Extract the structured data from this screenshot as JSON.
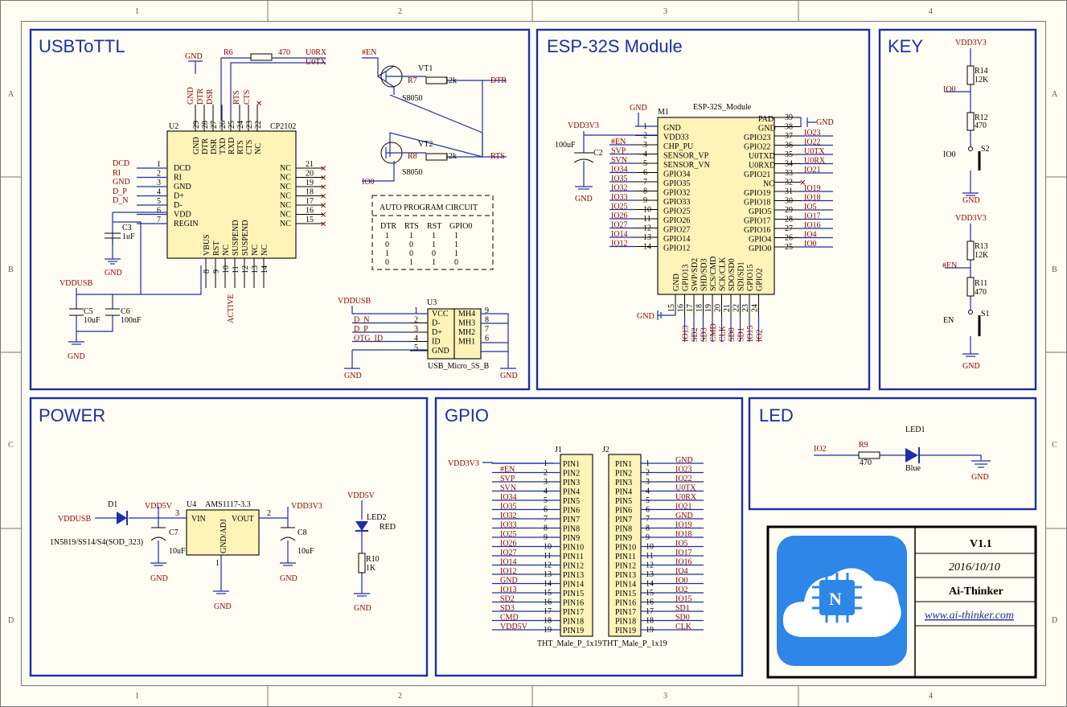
{
  "border": {
    "columns": [
      "1",
      "2",
      "3",
      "4"
    ],
    "rows": [
      "A",
      "B",
      "C",
      "D"
    ]
  },
  "sections": {
    "usb": "USBToTTL",
    "esp": "ESP-32S Module",
    "key": "KEY",
    "power": "POWER",
    "gpio": "GPIO",
    "led": "LED"
  },
  "usb_section": {
    "u2": {
      "ref": "U2",
      "part": "CP2102",
      "top_pins": [
        {
          "num": "29",
          "name": "GND"
        },
        {
          "num": "28",
          "name": "DTR"
        },
        {
          "num": "27",
          "name": "DSR"
        },
        {
          "num": "26",
          "name": "TXD"
        },
        {
          "num": "25",
          "name": "RXD"
        },
        {
          "num": "24",
          "name": "RTS"
        },
        {
          "num": "23",
          "name": "CTS"
        },
        {
          "num": "22",
          "name": "NC"
        }
      ],
      "left_pins": [
        {
          "num": "1",
          "name": "DCD",
          "net": "DCD"
        },
        {
          "num": "2",
          "name": "RI",
          "net": "RI"
        },
        {
          "num": "3",
          "name": "GND",
          "net": "GND"
        },
        {
          "num": "4",
          "name": "D+",
          "net": "D_P"
        },
        {
          "num": "5",
          "name": "D-",
          "net": "D_N"
        },
        {
          "num": "6",
          "name": "VDD",
          "net": ""
        },
        {
          "num": "7",
          "name": "REGIN",
          "net": ""
        }
      ],
      "right_pins": [
        {
          "num": "21",
          "name": "NC"
        },
        {
          "num": "20",
          "name": "NC"
        },
        {
          "num": "19",
          "name": "NC"
        },
        {
          "num": "18",
          "name": "NC"
        },
        {
          "num": "17",
          "name": "NC"
        },
        {
          "num": "16",
          "name": "NC"
        },
        {
          "num": "15",
          "name": "NC"
        }
      ],
      "bottom_pins": [
        {
          "num": "8",
          "name": "VBUS"
        },
        {
          "num": "9",
          "name": "RST"
        },
        {
          "num": "10",
          "name": "NC"
        },
        {
          "num": "11",
          "name": "SUSPEND"
        },
        {
          "num": "12",
          "name": "SUSPEND"
        },
        {
          "num": "13",
          "name": "NC"
        },
        {
          "num": "14",
          "name": "NC"
        }
      ],
      "top_nets": [
        "GND",
        "DTR",
        "DSR",
        "RTS",
        "CTS"
      ],
      "active": "ACTIVE"
    },
    "gnd": "GND",
    "r6": {
      "ref": "R6",
      "value": "470"
    },
    "u0rx": "U0RX",
    "u0tx": "U0TX",
    "c3": {
      "ref": "C3",
      "value": "1uF"
    },
    "vddusb": "VDDUSB",
    "c5": {
      "ref": "C5",
      "value": "10uF"
    },
    "c6": {
      "ref": "C6",
      "value": "100nF"
    },
    "en": "#EN",
    "io0": "IO0",
    "vt1": {
      "ref": "VT1",
      "part": "S8050"
    },
    "vt2": {
      "ref": "VT2",
      "part": "S8050"
    },
    "r7": {
      "ref": "R7",
      "value": "12k"
    },
    "r8": {
      "ref": "R8",
      "value": "12k"
    },
    "dtr": "DTR",
    "rts": "RTS",
    "auto_table": {
      "title": "AUTO PROGRAM CIRCUIT",
      "headers": [
        "DTR",
        "RTS",
        "RST",
        "GPIO0"
      ],
      "rows": [
        [
          "1",
          "1",
          "1",
          "1"
        ],
        [
          "0",
          "0",
          "1",
          "1"
        ],
        [
          "1",
          "0",
          "0",
          "1"
        ],
        [
          "0",
          "1",
          "1",
          "0"
        ]
      ]
    },
    "u3": {
      "ref": "U3",
      "part": "USB_Micro_5S_B",
      "left": [
        {
          "num": "1",
          "name": "VCC",
          "net": ""
        },
        {
          "num": "2",
          "name": "D-",
          "net": "D_N"
        },
        {
          "num": "3",
          "name": "D+",
          "net": "D_P"
        },
        {
          "num": "4",
          "name": "ID",
          "net": "OTG_ID"
        },
        {
          "num": "5",
          "name": "GND",
          "net": ""
        }
      ],
      "right": [
        {
          "num": "9",
          "name": "MH4"
        },
        {
          "num": "8",
          "name": "MH3"
        },
        {
          "num": "7",
          "name": "MH2"
        },
        {
          "num": "6",
          "name": "MH1"
        }
      ]
    }
  },
  "esp_section": {
    "m1": {
      "ref": "M1",
      "part": "ESP-32S_Module"
    },
    "vdd3v3": "VDD3V3",
    "gnd": "GND",
    "c2": {
      "ref": "C2",
      "value": "100uF"
    },
    "left_pins": [
      {
        "num": "1",
        "name": "GND",
        "net": ""
      },
      {
        "num": "2",
        "name": "VDD33",
        "net": ""
      },
      {
        "num": "3",
        "name": "CHP_PU",
        "net": "#EN"
      },
      {
        "num": "4",
        "name": "SENSOR_VP",
        "net": "SVP"
      },
      {
        "num": "5",
        "name": "SENSOR_VN",
        "net": "SVN"
      },
      {
        "num": "6",
        "name": "GPIO34",
        "net": "IO34"
      },
      {
        "num": "7",
        "name": "GPIO35",
        "net": "IO35"
      },
      {
        "num": "8",
        "name": "GPIO32",
        "net": "IO32"
      },
      {
        "num": "9",
        "name": "GPIO33",
        "net": "IO33"
      },
      {
        "num": "10",
        "name": "GPIO25",
        "net": "IO25"
      },
      {
        "num": "11",
        "name": "GPIO26",
        "net": "IO26"
      },
      {
        "num": "12",
        "name": "GPIO27",
        "net": "IO27"
      },
      {
        "num": "13",
        "name": "GPIO14",
        "net": "IO14"
      },
      {
        "num": "14",
        "name": "GPIO12",
        "net": "IO12"
      }
    ],
    "right_pins": [
      {
        "num": "39",
        "name": "PAD",
        "net": ""
      },
      {
        "num": "38",
        "name": "GND",
        "net": ""
      },
      {
        "num": "37",
        "name": "GPIO23",
        "net": "IO23"
      },
      {
        "num": "36",
        "name": "GPIO22",
        "net": "IO22"
      },
      {
        "num": "35",
        "name": "U0TXD",
        "net": "U0TX"
      },
      {
        "num": "34",
        "name": "U0RXD",
        "net": "U0RX"
      },
      {
        "num": "33",
        "name": "GPIO21",
        "net": "IO21"
      },
      {
        "num": "32",
        "name": "NC",
        "net": ""
      },
      {
        "num": "31",
        "name": "GPIO19",
        "net": "IO19"
      },
      {
        "num": "30",
        "name": "GPIO18",
        "net": "IO18"
      },
      {
        "num": "29",
        "name": "GPIO5",
        "net": "IO5"
      },
      {
        "num": "28",
        "name": "GPIO17",
        "net": "IO17"
      },
      {
        "num": "27",
        "name": "GPIO16",
        "net": "IO16"
      },
      {
        "num": "26",
        "name": "GPIO4",
        "net": "IO4"
      },
      {
        "num": "25",
        "name": "GPIO0",
        "net": "IO0"
      }
    ],
    "bottom_pins": [
      {
        "num": "15",
        "name": "GND",
        "net": ""
      },
      {
        "num": "16",
        "name": "GPIO13",
        "net": "IO13"
      },
      {
        "num": "17",
        "name": "SWP/SD2",
        "net": "SD2"
      },
      {
        "num": "18",
        "name": "SHD/SD3",
        "net": "SD3"
      },
      {
        "num": "19",
        "name": "SCS/CMD",
        "net": "CMD"
      },
      {
        "num": "20",
        "name": "SCK/CLK",
        "net": "CLK"
      },
      {
        "num": "21",
        "name": "SDO/SD0",
        "net": "SD0"
      },
      {
        "num": "22",
        "name": "SDI/SD1",
        "net": "SD1"
      },
      {
        "num": "23",
        "name": "GPIO15",
        "net": "IO15"
      },
      {
        "num": "24",
        "name": "GPIO2",
        "net": "IO2"
      }
    ]
  },
  "key_section": {
    "vdd3v3": "VDD3V3",
    "r14": {
      "ref": "R14",
      "value": "12K"
    },
    "io0": "IO0",
    "r12": {
      "ref": "R12",
      "value": "470"
    },
    "s2": {
      "ref": "S2",
      "label": "IO0"
    },
    "gnd": "GND",
    "r13": {
      "ref": "R13",
      "value": "12K"
    },
    "en": "#EN",
    "r11": {
      "ref": "R11",
      "value": "470"
    },
    "s1": {
      "ref": "S1",
      "label": "EN"
    }
  },
  "power_section": {
    "d1": {
      "ref": "D1",
      "part": "1N5819/SS14/S4(SOD_323)"
    },
    "vddusb": "VDDUSB",
    "vdd5v": "VDD5V",
    "u4": {
      "ref": "U4",
      "part": "AMS1117-3.3",
      "vin": "VIN",
      "vout": "VOUT",
      "gnd": "GND/ADJ",
      "pin_in": "3",
      "pin_out": "2",
      "pin_gnd": "1"
    },
    "vdd3v3": "VDD3V3",
    "c7": {
      "ref": "C7",
      "value": "10uF"
    },
    "c8": {
      "ref": "C8",
      "value": "10uF"
    },
    "gnd": "GND",
    "led2": {
      "ref": "LED2",
      "color": "RED"
    },
    "r10": {
      "ref": "R10",
      "value": "1K"
    }
  },
  "gpio_section": {
    "vdd3v3": "VDD3V3",
    "j1": {
      "ref": "J1",
      "part": "THT_Male_P_1x19"
    },
    "j2": {
      "ref": "J2",
      "part": "THT_Male_P_1x19"
    },
    "j1_nets": [
      "#EN",
      "SVP",
      "SVN",
      "IO34",
      "IO35",
      "IO32",
      "IO33",
      "IO25",
      "IO26",
      "IO27",
      "IO14",
      "IO12",
      "GND",
      "IO13",
      "SD2",
      "SD3",
      "CMD",
      "VDD5V"
    ],
    "j2_nets": [
      "GND",
      "IO23",
      "IO22",
      "U0TX",
      "U0RX",
      "IO21",
      "GND",
      "IO19",
      "IO18",
      "IO5",
      "IO17",
      "IO16",
      "IO4",
      "IO0",
      "IO2",
      "IO15",
      "SD1",
      "SD0",
      "CLK"
    ],
    "pin_names": [
      "PIN1",
      "PIN2",
      "PIN3",
      "PIN4",
      "PIN5",
      "PIN6",
      "PIN7",
      "PIN8",
      "PIN9",
      "PIN10",
      "PIN11",
      "PIN12",
      "PIN13",
      "PIN14",
      "PIN15",
      "PIN16",
      "PIN17",
      "PIN18",
      "PIN19"
    ],
    "pin_nums": [
      "1",
      "2",
      "3",
      "4",
      "5",
      "6",
      "7",
      "8",
      "9",
      "10",
      "11",
      "12",
      "13",
      "14",
      "15",
      "16",
      "17",
      "18",
      "19"
    ]
  },
  "led_section": {
    "io2": "IO2",
    "r9": {
      "ref": "R9",
      "value": "470"
    },
    "led1": {
      "ref": "LED1",
      "color": "Blue"
    },
    "gnd": "GND"
  },
  "title_block": {
    "version": "V1.1",
    "date": "2016/10/10",
    "company": "Ai-Thinker",
    "url": "www.ai-thinker.com",
    "logo_letter": "N"
  }
}
